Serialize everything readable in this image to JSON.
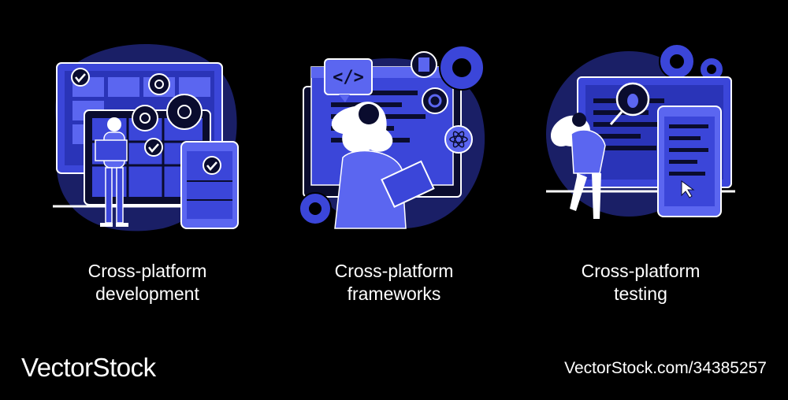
{
  "colors": {
    "background": "#000000",
    "blob": "#1a1f66",
    "primary": "#3b46d9",
    "light": "#5b66f0",
    "dark": "#0a0c2e",
    "line": "#ffffff",
    "text": "#ffffff"
  },
  "panels": [
    {
      "caption_line1": "Cross-platform",
      "caption_line2": "development",
      "icons": [
        "laptop-icon",
        "tablet-icon",
        "phone-icon",
        "gear-icon",
        "checkmark-icon"
      ]
    },
    {
      "caption_line1": "Cross-platform",
      "caption_line2": "frameworks",
      "code_tag": "</>",
      "icons": [
        "code-bubble-icon",
        "gear-icon",
        "atom-icon",
        "ionic-icon",
        "hexagon-icon"
      ]
    },
    {
      "caption_line1": "Cross-platform",
      "caption_line2": "testing",
      "icons": [
        "monitor-icon",
        "phone-icon",
        "bug-icon",
        "gear-icon",
        "cursor-icon"
      ]
    }
  ],
  "footer": {
    "brand": "VectorStock",
    "url": "VectorStock.com/34385257"
  }
}
